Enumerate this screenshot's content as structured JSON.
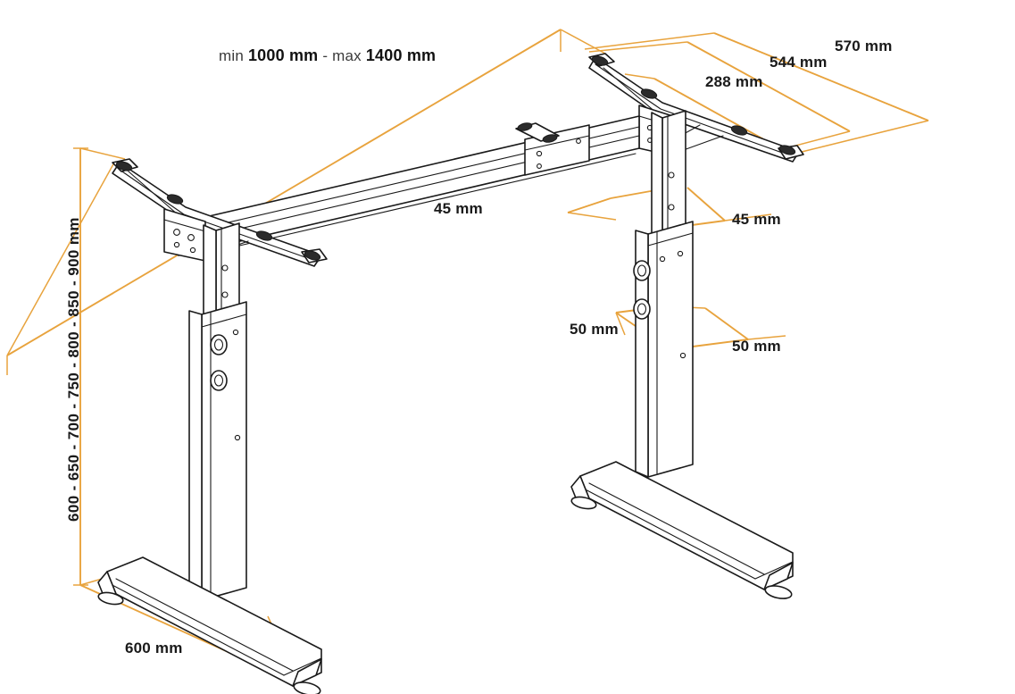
{
  "drawing": {
    "title": "Height adjustable desk frame technical dimension drawing",
    "colors": {
      "dimension_line": "#E8A33D",
      "outline": "#1a1a1a",
      "label_text": "#111111",
      "background": "#ffffff"
    }
  },
  "dimensions": {
    "width": {
      "prefix_min": "min",
      "value_min": "1000 mm",
      "separator": "-",
      "prefix_max": "max",
      "value_max": "1400 mm",
      "full_text": "min 1000 mm - max 1400 mm"
    },
    "height_steps": "600 - 650 - 700 - 750 - 800 - 850 - 900 mm",
    "depth_inner": "288 mm",
    "depth_middle": "544 mm",
    "depth_outer": "570 mm",
    "column_upper_left": "45 mm",
    "column_upper_right": "45 mm",
    "column_lower_left": "50 mm",
    "column_lower_right": "50 mm",
    "foot_length": "600 mm"
  }
}
